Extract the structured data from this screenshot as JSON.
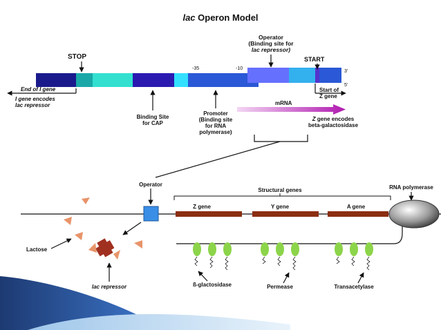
{
  "title": {
    "italic": "lac",
    "rest": " Operon Model"
  },
  "top": {
    "stop": "STOP",
    "start": "START",
    "minus35": "-35",
    "minus10": "-10",
    "three_prime": "3'",
    "five_prime": "5'",
    "operator": [
      "Operator",
      "(Binding site for",
      "lac repressor)"
    ],
    "end_of_i": "End of I gene",
    "i_gene": [
      "I gene encodes",
      "lac repressor"
    ],
    "binding_site": [
      "Binding Site",
      "for CAP"
    ],
    "promoter": [
      "Promoter",
      "(Binding site",
      "for RNA",
      "polymerase)"
    ],
    "mrna": "mRNA",
    "start_of_z": [
      "Start of",
      "Z gene"
    ],
    "z_encodes": [
      "Z gene encodes",
      "beta-galactosidase"
    ]
  },
  "bottom": {
    "operator": "Operator",
    "structural_genes": "Structural genes",
    "rna_polymerase": "RNA polymerase",
    "genes": [
      "Z gene",
      "Y gene",
      "A gene"
    ],
    "lactose": "Lactose",
    "lac_repressor": "lac repressor",
    "products": [
      "ß-glactosidase",
      "Permease",
      "Transacetylase"
    ]
  },
  "colors": {
    "navy": "#1a1a8c",
    "teal": "#1aa8a8",
    "cyan": "#33e0d0",
    "indigo": "#2a1ab0",
    "aqua": "#33e0ff",
    "royal": "#2a58d6",
    "periwinkle": "#6670ff",
    "skyblue": "#33b0ee",
    "violet": "#5533cc",
    "gene_bar": "#8b2e10",
    "operator_box": "#3a8ee6",
    "protein": "#8cd44a",
    "lactose": "#e8946a",
    "repressor": "#a03020"
  }
}
